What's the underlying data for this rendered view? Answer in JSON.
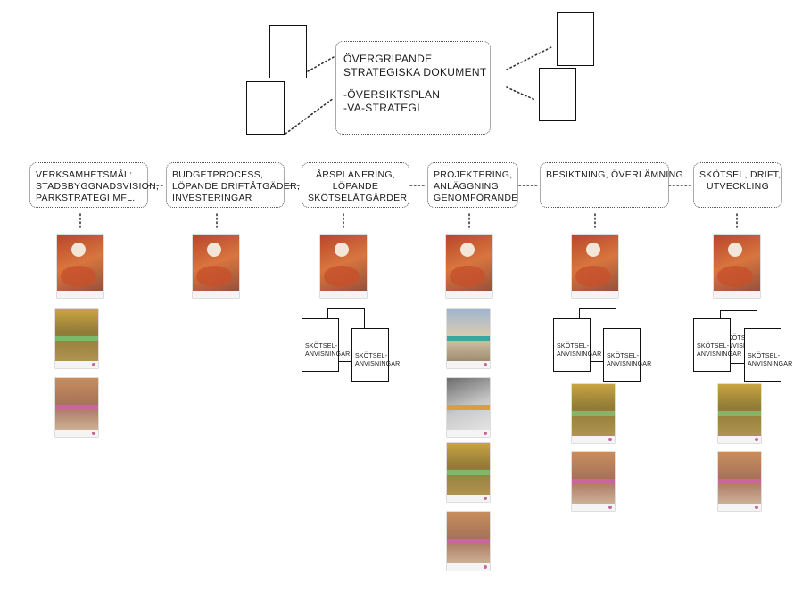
{
  "top_box": {
    "line1": "ÖVERGRIPANDE",
    "line2": "STRATEGISKA DOKUMENT",
    "line3": "-ÖVERSIKTSPLAN",
    "line4": "-VA-STRATEGI"
  },
  "steps": [
    {
      "lines": [
        "VERKSAMHETSMÅL:",
        "STADSBYGGNADSVISION,",
        "PARKSTRATEGI MFL."
      ]
    },
    {
      "lines": [
        "BUDGETPROCESS,",
        "LÖPANDE DRIFTÅTGÄDER,",
        "INVESTERINGAR"
      ]
    },
    {
      "lines": [
        "ÅRSPLANERING,",
        "LÖPANDE",
        "SKÖTSELÅTGÄRDER"
      ]
    },
    {
      "lines": [
        "PROJEKTERING,",
        "ANLÄGGNING,",
        "GENOMFÖRANDE"
      ]
    },
    {
      "lines": [
        "BESIKTNING, ÖVERLÄMNING"
      ]
    },
    {
      "lines": [
        "SKÖTSEL, DRIFT,",
        "UTVECKLING"
      ]
    }
  ],
  "sheet_labels": {
    "col3_back": "SKÖTSEL-\nANVISNINGAR",
    "col3_front": "SKÖTSEL-\nANVISNINGAR",
    "col5_back": "SKÖTSEL-\nANVISNINGAR",
    "col5_front": "SKÖTSEL-\nANVISNINGAR",
    "col6_back": "SKÖTSEL-\nANVISNINGAR",
    "col6_front": "SKÖTSEL-\nANVISNINGAR",
    "col6_middle": "SKÖTSEL-\nANVISNINGAR"
  },
  "colors": {
    "dotted_line": "#333333",
    "cover_orange": "#c8562e",
    "cover_green": "#7fb86a",
    "cover_pink": "#c9679c",
    "cover_teal": "#3aa6a0",
    "cover_amber": "#e39a3a"
  }
}
